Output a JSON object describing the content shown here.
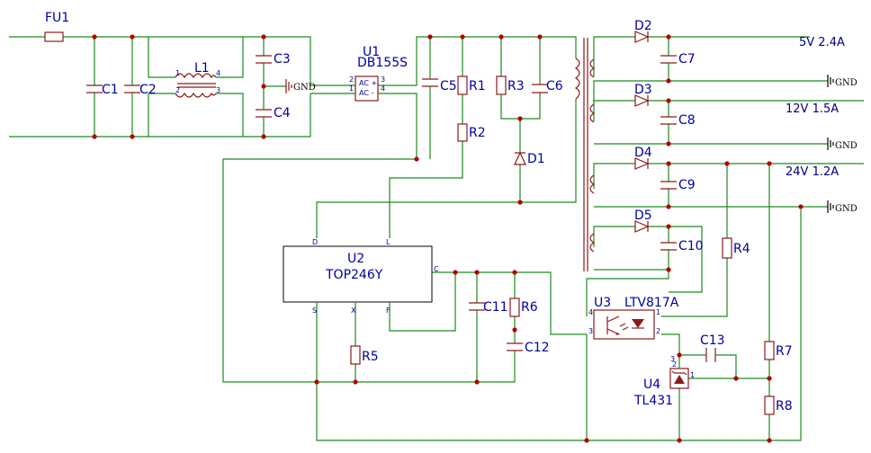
{
  "diagram": {
    "components": {
      "FU1": "FU1",
      "C1": "C1",
      "C2": "C2",
      "L1": "L1",
      "C3": "C3",
      "C4": "C4",
      "U1": "U1",
      "U1_part": "DB155S",
      "C5": "C5",
      "R1": "R1",
      "R2": "R2",
      "R3": "R3",
      "C6": "C6",
      "D1": "D1",
      "D2": "D2",
      "D3": "D3",
      "D4": "D4",
      "D5": "D5",
      "C7": "C7",
      "C8": "C8",
      "C9": "C9",
      "C10": "C10",
      "R4": "R4",
      "U2": "U2",
      "U2_part": "TOP246Y",
      "C11": "C11",
      "R6": "R6",
      "C12": "C12",
      "R5": "R5",
      "U3": "U3",
      "U3_part": "LTV817A",
      "C13": "C13",
      "U4": "U4",
      "U4_part": "TL431",
      "R7": "R7",
      "R8": "R8"
    },
    "outputs": {
      "out_5v": "5V 2.4A",
      "out_12v": "12V 1.5A",
      "out_24v": "24V 1.2A"
    },
    "gnd_label": "GND",
    "pins": {
      "l1_1": "1",
      "l1_2": "2",
      "l1_3": "3",
      "l1_4": "4",
      "u1_1": "1",
      "u1_2": "2",
      "u1_3": "3",
      "u1_4": "4",
      "u1_ac_plus": "AC +",
      "u1_ac_minus": "AC  -",
      "u2_d": "D",
      "u2_l": "L",
      "u2_c": "C",
      "u2_s": "S",
      "u2_x": "X",
      "u2_f": "F",
      "u3_1": "1",
      "u3_2": "2",
      "u3_3": "3",
      "u3_4": "4",
      "u4_1": "1",
      "u4_2": "2",
      "u4_3": "3"
    },
    "colors": {
      "wire": "#1e8a1e",
      "component": "#8b1a1a",
      "junction": "#b30000",
      "label": "#0000a0"
    }
  }
}
